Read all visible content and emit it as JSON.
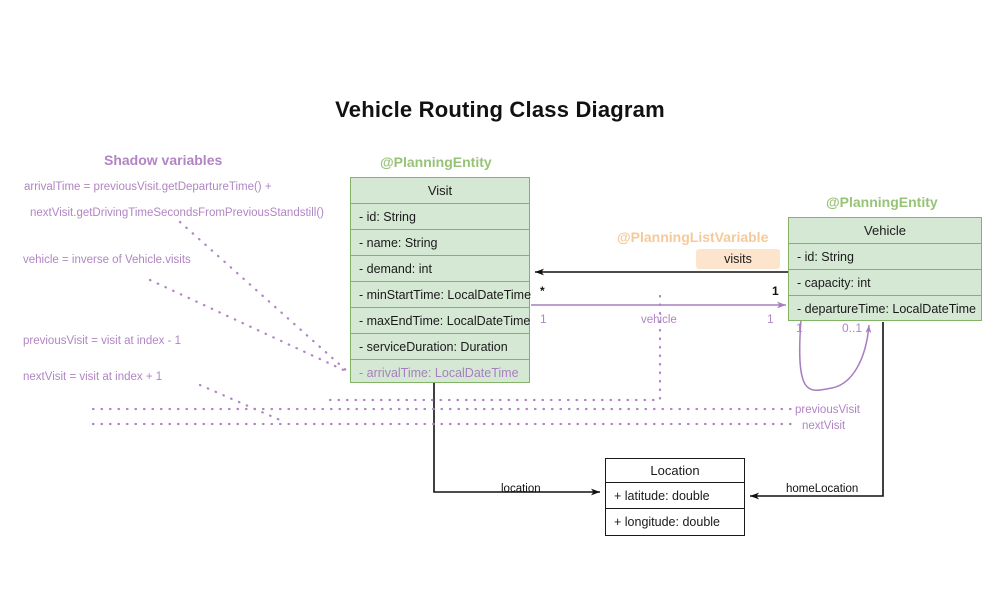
{
  "diagram": {
    "title": "Vehicle Routing Class Diagram",
    "type": "uml-class-diagram"
  },
  "annotations": {
    "shadow_variables_heading": "Shadow variables",
    "planning_entity_visit": "@PlanningEntity",
    "planning_entity_vehicle": "@PlanningEntity",
    "planning_list_variable": "@PlanningListVariable",
    "visits_chip": "visits"
  },
  "shadow_variable_notes": [
    "arrivalTime = previousVisit.getDepartureTime() +",
    "nextVisit.getDrivingTimeSecondsFromPreviousStandstill()",
    "vehicle = inverse of Vehicle.visits",
    "previousVisit = visit at index - 1",
    "nextVisit = visit at index + 1"
  ],
  "classes": [
    {
      "id": "visit",
      "name": "Visit",
      "attributes": [
        {
          "text": "- id: String",
          "shadow": false
        },
        {
          "text": "- name: String",
          "shadow": false
        },
        {
          "text": "- demand: int",
          "shadow": false
        },
        {
          "text": "- minStartTime: LocalDateTime",
          "shadow": false
        },
        {
          "text": "- maxEndTime: LocalDateTime",
          "shadow": false
        },
        {
          "text": "- serviceDuration: Duration",
          "shadow": false
        },
        {
          "text": "- arrivalTime: LocalDateTime",
          "shadow": true
        }
      ]
    },
    {
      "id": "vehicle",
      "name": "Vehicle",
      "attributes": [
        {
          "text": "- id: String",
          "shadow": false
        },
        {
          "text": "- capacity: int",
          "shadow": false
        },
        {
          "text": "- departureTime: LocalDateTime",
          "shadow": false
        }
      ]
    },
    {
      "id": "location",
      "name": "Location",
      "attributes": [
        {
          "text": "+ latitude: double",
          "shadow": false
        },
        {
          "text": "+ longitude: double",
          "shadow": false
        }
      ]
    }
  ],
  "relationships": [
    {
      "id": "visits",
      "label": "visits",
      "source_multiplicity": "1",
      "target_multiplicity": "*",
      "style": "solid-black"
    },
    {
      "id": "vehicle",
      "label": "vehicle",
      "source_multiplicity": "1",
      "target_multiplicity": "1",
      "style": "solid-purple"
    },
    {
      "id": "location",
      "label": "location",
      "source_multiplicity": "",
      "target_multiplicity": "",
      "style": "solid-black"
    },
    {
      "id": "homeLocation",
      "label": "homeLocation",
      "source_multiplicity": "",
      "target_multiplicity": "",
      "style": "solid-black"
    },
    {
      "id": "previousVisit",
      "label": "previousVisit",
      "source_multiplicity": "1",
      "target_multiplicity": "0..1",
      "style": "dotted-purple"
    },
    {
      "id": "nextVisit",
      "label": "nextVisit",
      "source_multiplicity": "1",
      "target_multiplicity": "0..1",
      "style": "dotted-purple"
    }
  ],
  "edge_labels": {
    "visits_mult_left": "*",
    "visits_mult_right": "1",
    "vehicle_mult_left": "1",
    "vehicle_mult_right": "1",
    "vehicle_self_mult_left": "1",
    "vehicle_self_mult_right": "0..1",
    "previousVisit": "previousVisit",
    "nextVisit": "nextVisit",
    "location": "location",
    "homeLocation": "homeLocation",
    "vehicle": "vehicle"
  },
  "colors": {
    "entity_fill": "#d5e8d4",
    "entity_border": "#82b366",
    "shadow_purple": "#b185c4",
    "planning_green": "#97c379",
    "planning_orange": "#f6c999",
    "chip_fill": "#fde5cd",
    "plain_border": "#1a1a1a",
    "text": "#1a1a1a"
  }
}
